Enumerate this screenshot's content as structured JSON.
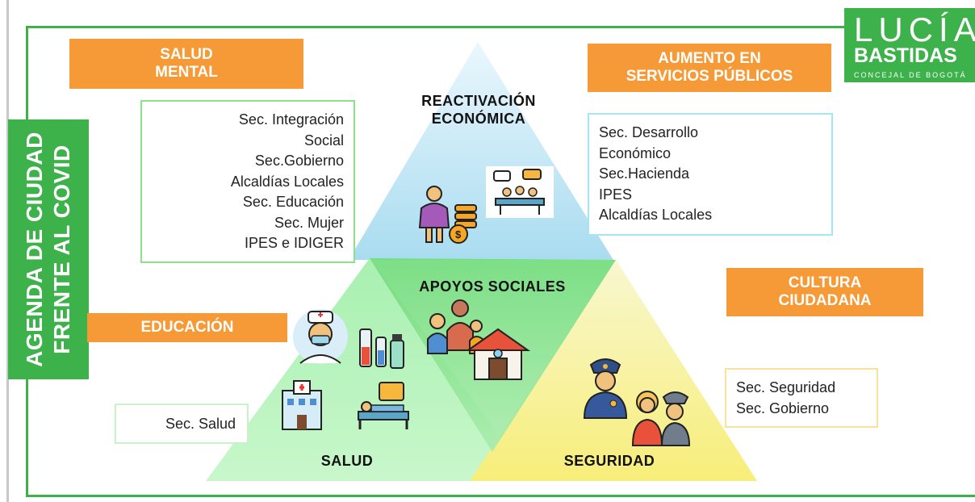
{
  "vertical_banner": [
    "AGENDA DE CIUDAD",
    "FRENTE AL COVID"
  ],
  "logo": {
    "name": "LUCÍA",
    "surname": "BASTIDAS",
    "subtitle": "CONCEJAL DE BOGOTÁ"
  },
  "tags": {
    "salud_mental": [
      "SALUD",
      "MENTAL"
    ],
    "aumento": [
      "AUMENTO EN",
      "SERVICIOS PÚBLICOS"
    ],
    "cultura": [
      "CULTURA",
      "CIUDADANA"
    ],
    "educacion": [
      "EDUCACIÓN"
    ]
  },
  "boxes": {
    "salud_mental": [
      "Sec. Integración",
      "Social",
      "Sec.Gobierno",
      "Alcaldías Locales",
      "Sec. Educación",
      "Sec. Mujer",
      "IPES e IDIGER"
    ],
    "reactivacion": [
      "Sec. Desarrollo",
      "Económico",
      "Sec.Hacienda",
      "IPES",
      "Alcaldías Locales"
    ],
    "seguridad": [
      "Sec. Seguridad",
      "Sec. Gobierno"
    ],
    "salud": [
      "Sec. Salud"
    ]
  },
  "triangles": {
    "top": [
      "REACTIVACIÓN",
      "ECONÓMICA"
    ],
    "center": "APOYOS SOCIALES",
    "left": "SALUD",
    "right": "SEGURIDAD"
  },
  "colors": {
    "green": "#3db14a",
    "orange": "#f59a36",
    "cyan_triangle": "#c6eaf6",
    "green_triangle": "#a6eeaa",
    "yellow_triangle": "#fbf5a2"
  },
  "icons": [
    "woman-coins-icon",
    "meeting-icon",
    "family-icon",
    "house-icon",
    "doctor-icon",
    "vaccine-icon",
    "hospital-icon",
    "patient-bed-icon",
    "police-officer-icon",
    "citizens-icon"
  ]
}
